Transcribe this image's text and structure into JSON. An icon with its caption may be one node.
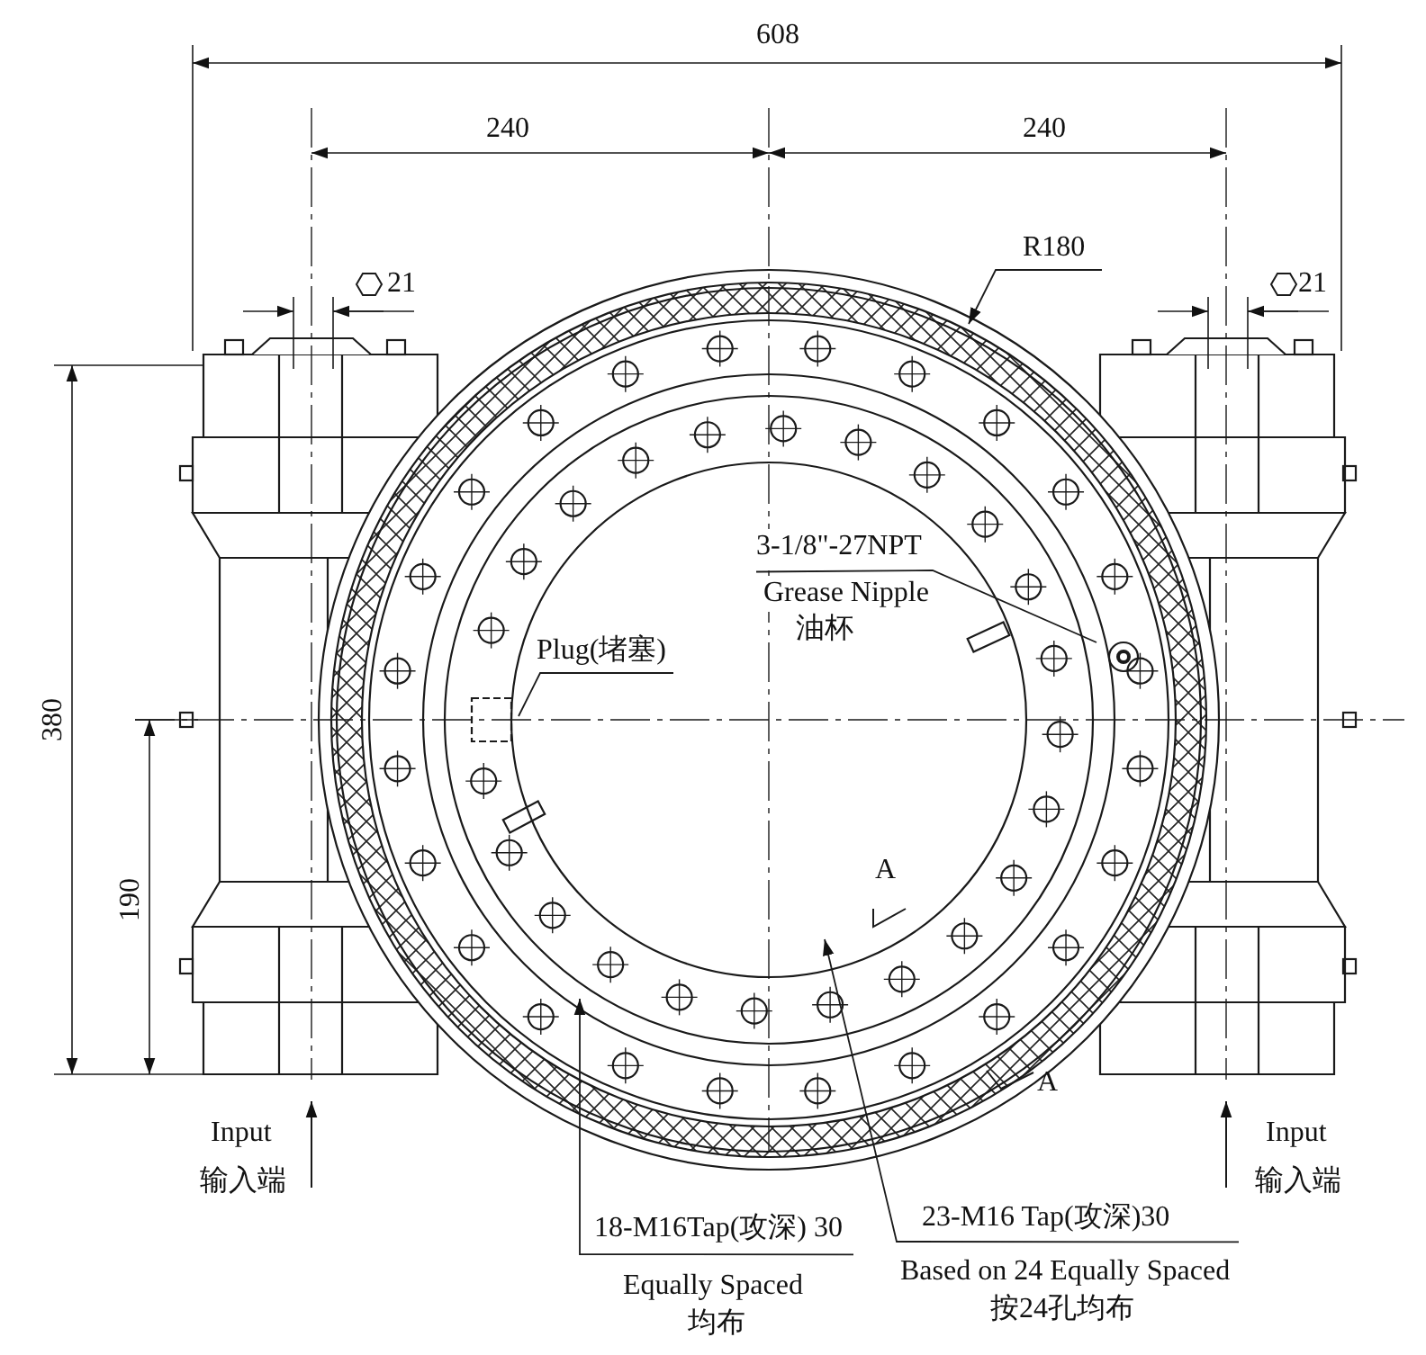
{
  "diagram": {
    "nodes": [
      {
        "text": [
          "R180"
        ]
      },
      {
        "text": [
          "3-1/8\"-27NPT",
          "Grease Nipple",
          "油杯"
        ]
      },
      {
        "text": [
          "Plug(堵塞)"
        ]
      },
      {
        "text": [
          "18-M16Tap(攻深) 30",
          "Equally Spaced",
          "均布"
        ]
      },
      {
        "text": [
          "23-M16 Tap(攻深)30",
          "Based on 24 Equally Spaced",
          "按24孔均布"
        ]
      }
    ],
    "edges": [
      {
        "from": 0,
        "to": null,
        "arrow": "to"
      },
      {
        "from": 1,
        "to": null,
        "arrow": "none"
      },
      {
        "from": 2,
        "to": null,
        "arrow": "none"
      },
      {
        "from": 3,
        "to": null,
        "arrow": "to"
      },
      {
        "from": 4,
        "to": null,
        "arrow": "to"
      }
    ],
    "labels": [
      "608",
      "240",
      "240",
      "21",
      "21",
      "380",
      "190",
      "A",
      "A",
      "Input",
      "输入端",
      "Input",
      "输入端"
    ]
  }
}
